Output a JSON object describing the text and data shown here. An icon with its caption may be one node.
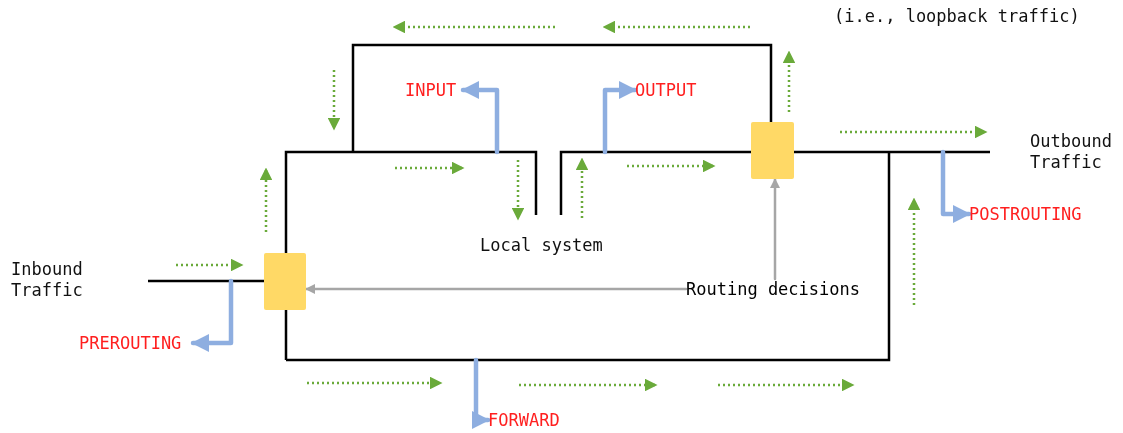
{
  "diagram": {
    "nodes": [
      {
        "text": [
          "INPUT"
        ]
      },
      {
        "text": [
          "OUTPUT"
        ]
      },
      {
        "text": [],
        "shape": "box"
      },
      {
        "text": [
          "POSTROUTING"
        ]
      },
      {
        "text": [],
        "shape": "box"
      },
      {
        "text": [
          "Routing decisions"
        ]
      },
      {
        "text": [
          "PREROUTING"
        ]
      },
      {
        "text": [
          "FORWARD"
        ]
      }
    ],
    "edges": [
      {
        "from": 5,
        "to": 4,
        "arrow": "to",
        "color": "#a6a6a6"
      },
      {
        "from": 5,
        "to": 2,
        "arrow": "to",
        "color": "#a6a6a6"
      },
      {
        "from": null,
        "to": 0,
        "arrow": "to"
      },
      {
        "from": null,
        "to": 1,
        "arrow": "to"
      },
      {
        "from": null,
        "to": 6,
        "arrow": "to"
      },
      {
        "from": null,
        "to": 3,
        "arrow": "to"
      },
      {
        "from": null,
        "to": 7,
        "arrow": "to"
      }
    ],
    "labels": [
      "(i.e., loopback traffic)",
      "Outbound Traffic",
      "Local system",
      "Inbound Traffic"
    ]
  }
}
